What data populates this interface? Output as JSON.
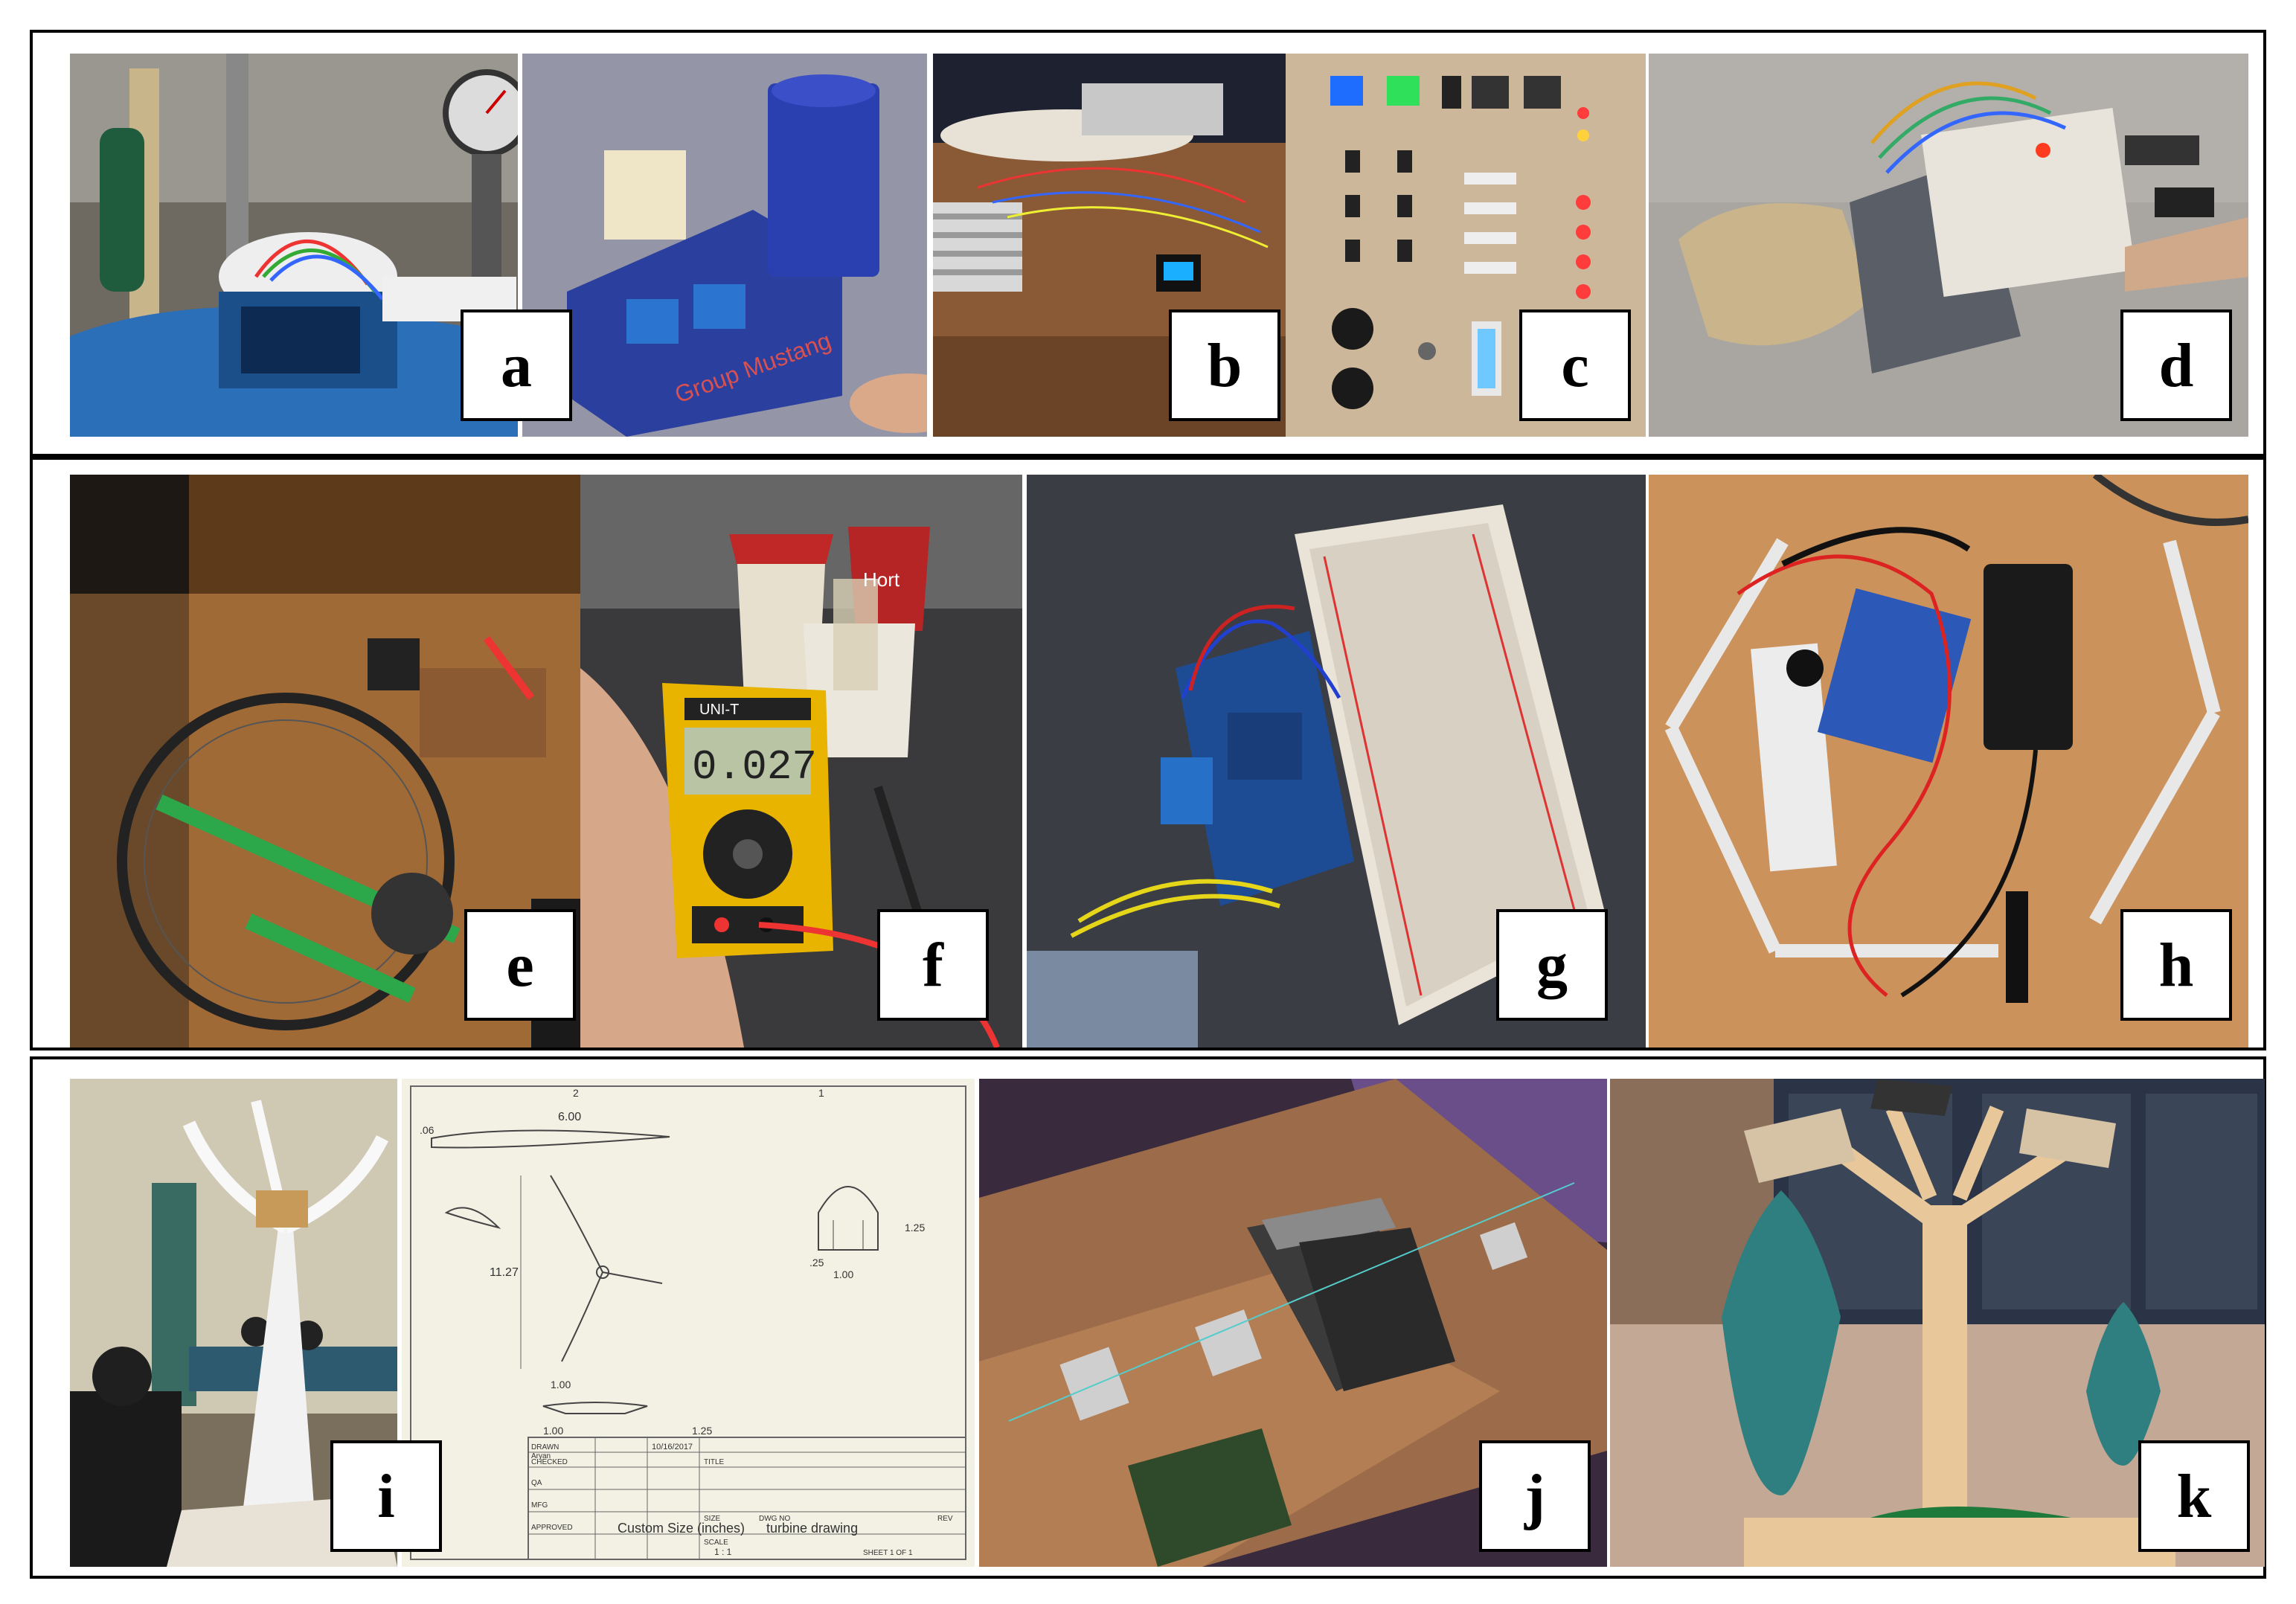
{
  "figure": {
    "rows": [
      {
        "panels": [
          "a",
          "b",
          "c",
          "d"
        ]
      },
      {
        "panels": [
          "e",
          "f",
          "g",
          "h"
        ]
      },
      {
        "panels": [
          "i",
          "j",
          "k"
        ]
      }
    ]
  },
  "labels": {
    "a": "a",
    "b": "b",
    "c": "c",
    "d": "d",
    "e": "e",
    "f": "f",
    "g": "g",
    "h": "h",
    "i": "i",
    "j": "j",
    "k": "k"
  },
  "photo_text": {
    "a_box": "Group Mustang",
    "f_meter": "0.027",
    "f_brand": "UNI-T",
    "f_cup": "Hort",
    "i_dim_top": "6.00",
    "i_dim_short": ".06",
    "i_dim_height": "11.27",
    "i_dim_width": "1.00",
    "i_dim_125": "1.25",
    "i_dim_100": "1.00",
    "i_dim_25": ".25",
    "i_dim_125b": "1.25",
    "i_drawn": "DRAWN",
    "i_checked": "CHECKED",
    "i_qa": "QA",
    "i_mfg": "MFG",
    "i_approved": "APPROVED",
    "i_author": "Aryan",
    "i_date": "10/16/2017",
    "i_title_h": "TITLE",
    "i_size_h": "SIZE",
    "i_dwg_h": "DWG NO",
    "i_rev_h": "REV",
    "i_size": "Custom Size (inches)",
    "i_title": "turbine drawing",
    "i_scale_h": "SCALE",
    "i_scale": "1 : 1",
    "i_sheet": "SHEET 1  OF 1",
    "i_col2": "2",
    "i_col1": "1"
  },
  "colors": {
    "border": "#000000",
    "wood": "#b67a3e",
    "blue_plastic": "#2a3f9e",
    "led_green": "#2fe05a",
    "led_red": "#ff3b3b",
    "meter_yellow": "#e8b400"
  }
}
